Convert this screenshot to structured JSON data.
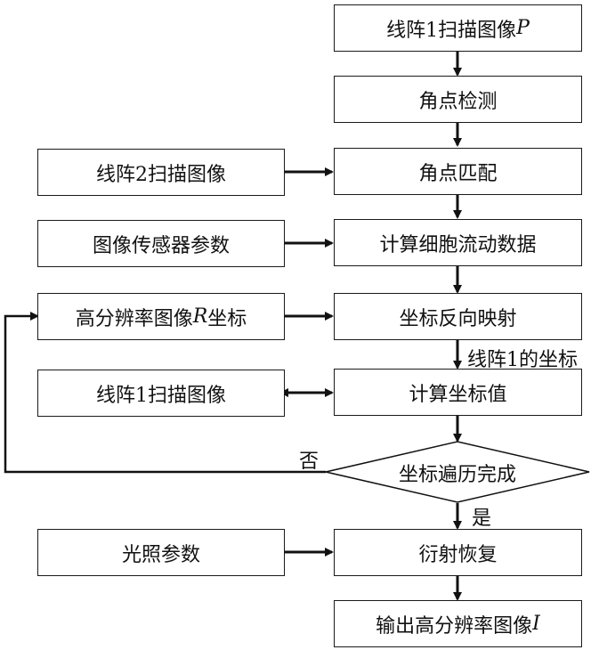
{
  "left_nodes": {
    "scan2": "线阵2扫描图像",
    "sensor_params": "图像传感器参数",
    "hr_coord": {
      "text": "高分辨率图像",
      "var": "R",
      "suffix": "坐标"
    },
    "scan1": "线阵1扫描图像",
    "light_params": "光照参数"
  },
  "main_nodes": {
    "scan1_p": {
      "text": "线阵1扫描图像",
      "var": "P"
    },
    "corner_detect": "角点检测",
    "corner_match": "角点匹配",
    "flow_data": "计算细胞流动数据",
    "reverse_map": "坐标反向映射",
    "calc_coord": "计算坐标值",
    "decision": "坐标遍历完成",
    "diffraction": "衍射恢复",
    "output": {
      "text": "输出高分辨率图像",
      "var": "I"
    }
  },
  "edge_labels": {
    "scan1_coord": "线阵1的坐标",
    "no": "否",
    "yes": "是"
  }
}
